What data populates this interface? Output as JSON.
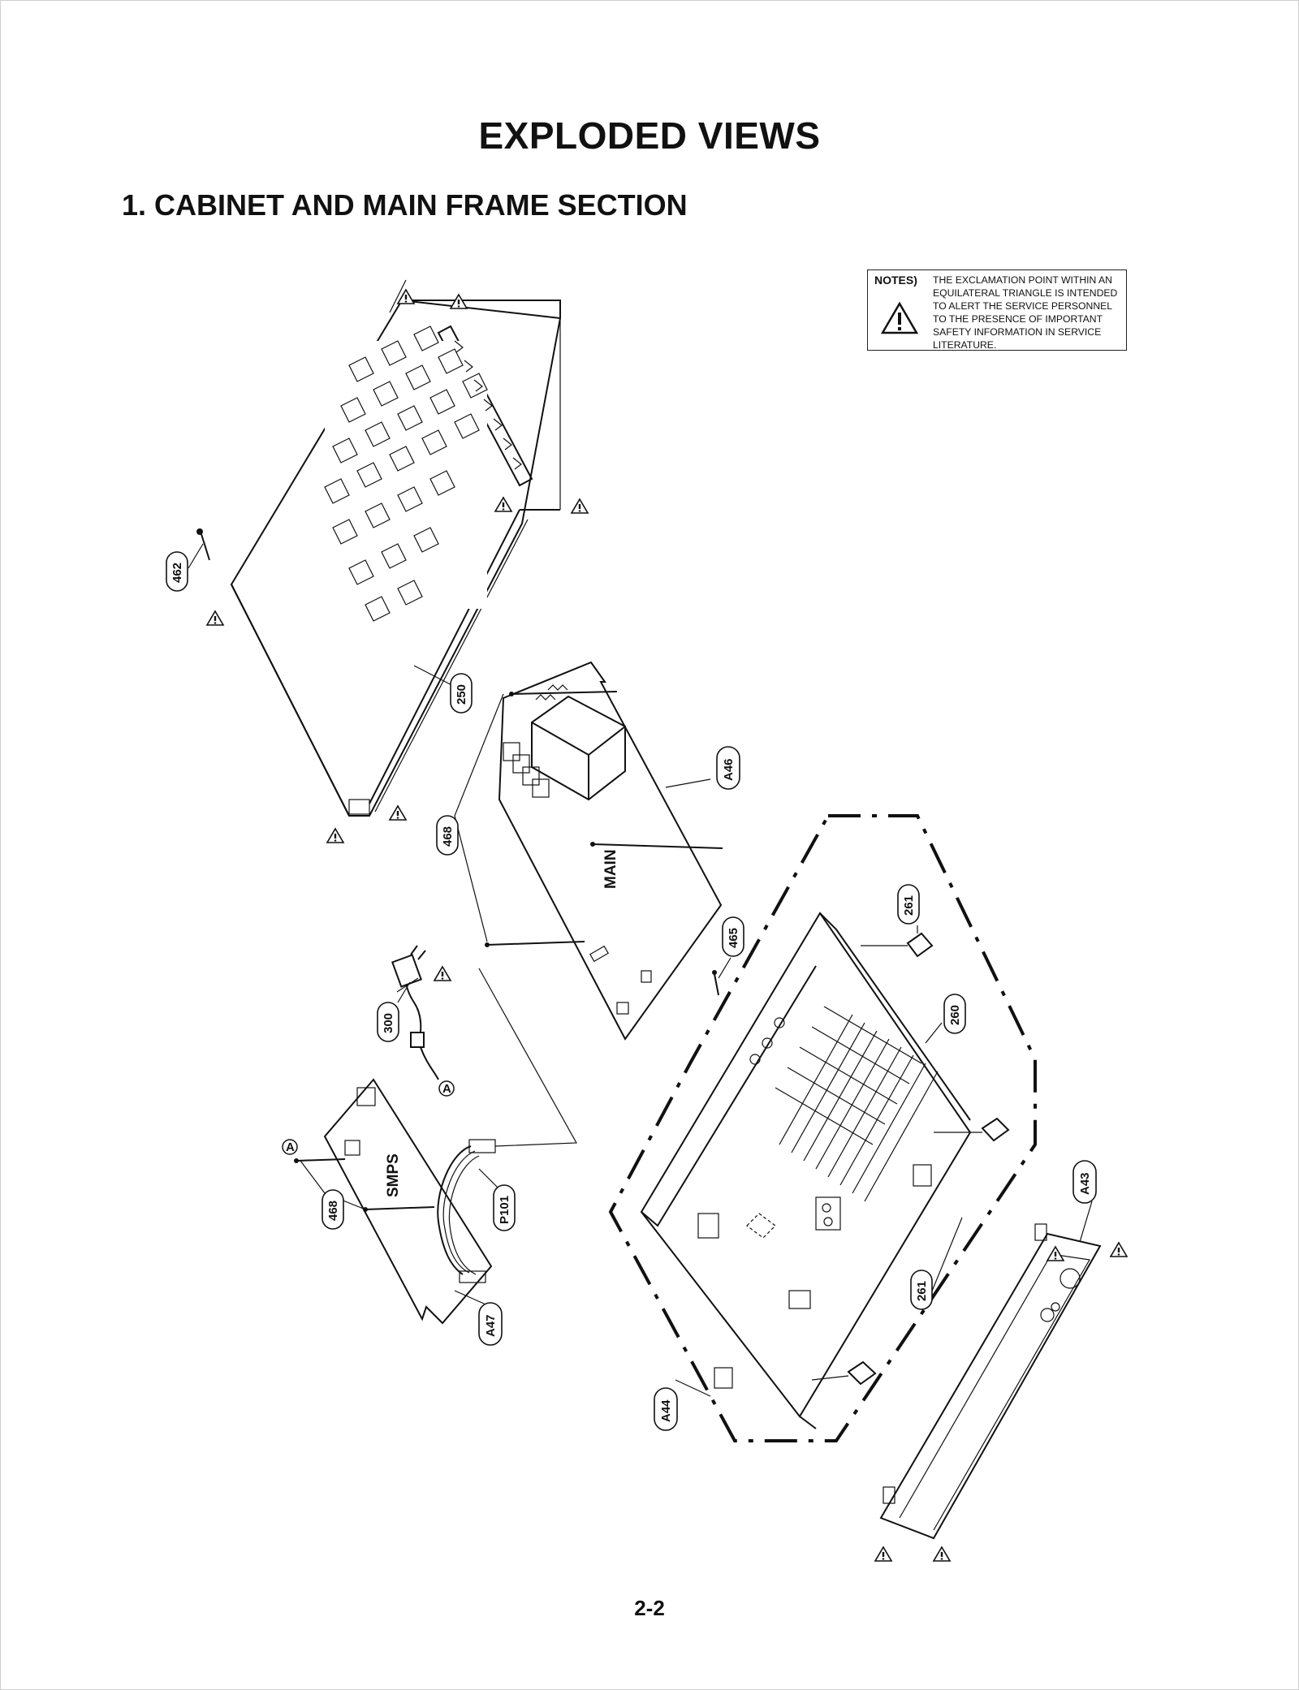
{
  "page": {
    "title": "EXPLODED VIEWS",
    "section": "1. CABINET AND MAIN FRAME SECTION",
    "page_number": "2-2"
  },
  "notes": {
    "label": "NOTES)",
    "text": "THE EXCLAMATION POINT WITHIN AN EQUILATERAL TRIANGLE IS INTENDED TO ALERT THE SERVICE PERSONNEL TO THE PRESENCE OF IMPORTANT SAFETY INFORMATION IN SERVICE LITERATURE.",
    "icon": "warning-triangle-icon"
  },
  "boards": {
    "main": "MAIN",
    "smps": "SMPS"
  },
  "connector_mark": "A",
  "callouts": {
    "c462": "462",
    "c250": "250",
    "c468_main": "468",
    "cA46": "A46",
    "c465": "465",
    "c261_top": "261",
    "c260": "260",
    "c300": "300",
    "c468_smps": "468",
    "cP101": "P101",
    "cA47": "A47",
    "cA44": "A44",
    "c261_bottom": "261",
    "cA43": "A43"
  }
}
